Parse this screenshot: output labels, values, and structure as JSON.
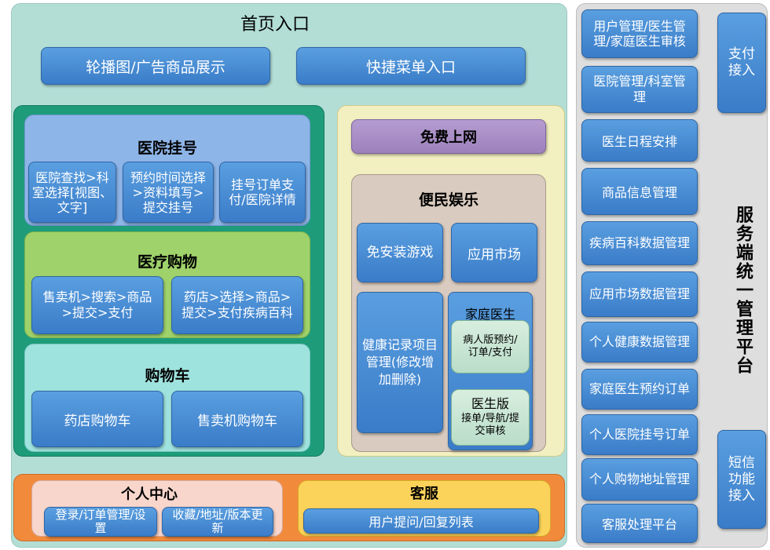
{
  "home": {
    "title": "首页入口",
    "carousel": "轮播图/广告商品展示",
    "quick_menu": "快捷菜单入口"
  },
  "hospital_reg": {
    "title": "医院挂号",
    "items": [
      "医院查找>科室选择[视图、文字]",
      "预约时间选择>资料填写>提交挂号",
      "挂号订单支付/医院详情"
    ]
  },
  "medical_shop": {
    "title": "医疗购物",
    "items": [
      "售卖机>搜索>商品>提交>支付",
      "药店>选择>商品>提交>支付疾病百科"
    ]
  },
  "cart": {
    "title": "购物车",
    "items": [
      "药店购物车",
      "售卖机购物车"
    ]
  },
  "free_wifi": "免费上网",
  "entertainment": {
    "title": "便民娱乐",
    "game": "免安装游戏",
    "app_market": "应用市场",
    "health_record": "健康记录项目管理(修改增加删除)",
    "family_doctor": {
      "title": "家庭医生",
      "patient": "病人版预约/订单/支付",
      "doctor_title": "医生版",
      "doctor": "接单/导航/提交审核"
    }
  },
  "personal": {
    "title": "个人中心",
    "items": [
      "登录/订单管理/设置",
      "收藏/地址/版本更新"
    ]
  },
  "service": {
    "title": "客服",
    "item": "用户提问/回复列表"
  },
  "server": {
    "title": "服务端统一管理平台",
    "items": [
      "用户管理/医生管理/家庭医生审核",
      "医院管理/科室管理",
      "医生日程安排",
      "商品信息管理",
      "疾病百科数据管理",
      "应用市场数据管理",
      "个人健康数据管理",
      "家庭医生预约订单",
      "个人医院挂号订单",
      "个人购物地址管理",
      "客服处理平台"
    ],
    "payment": "支付接入",
    "sms": "短信功能接入"
  },
  "colors": {
    "home_bg": "#b3ded6",
    "hospital_group_bg": "#1e9c7a",
    "reg_bg": "#8eb5e8",
    "shop_bg": "#9fd26a",
    "cart_bg": "#9fe3de",
    "right_group_bg": "#f2efc0",
    "wifi_bg": "#a98fc4",
    "ent_bg": "#d9cbbf",
    "bottom_bg": "#f28a3c",
    "personal_bg": "#f8d6cc",
    "service_bg": "#fcd35a",
    "server_bg": "#dedede",
    "button_blue": "#4a8fd8"
  }
}
